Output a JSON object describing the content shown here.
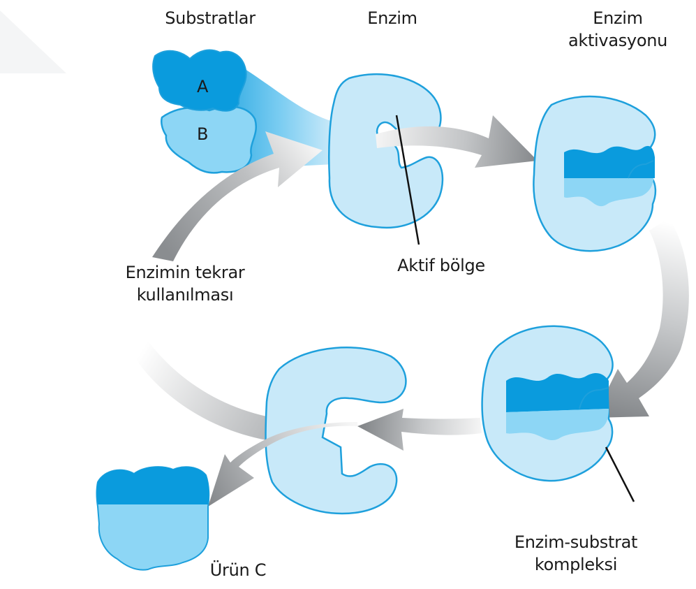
{
  "labels": {
    "substrates": "Substratlar",
    "enzyme": "Enzim",
    "activation_line1": "Enzim",
    "activation_line2": "aktivasyonu",
    "reuse_line1": "Enzimin tekrar",
    "reuse_line2": "kullanılması",
    "active_site": "Aktif bölge",
    "complex_line1": "Enzim-substrat",
    "complex_line2": "kompleksi",
    "product": "Ürün C",
    "substrate_a": "A",
    "substrate_b": "B"
  },
  "colors": {
    "enzyme_fill": "#c8e9f9",
    "outline": "#1ea0dc",
    "substrate_a": "#0a9bdd",
    "substrate_b": "#8dd6f5",
    "arrow_dark": "#8a8d90",
    "arrow_light": "#f2f2f2",
    "text": "#1a1a1a"
  }
}
